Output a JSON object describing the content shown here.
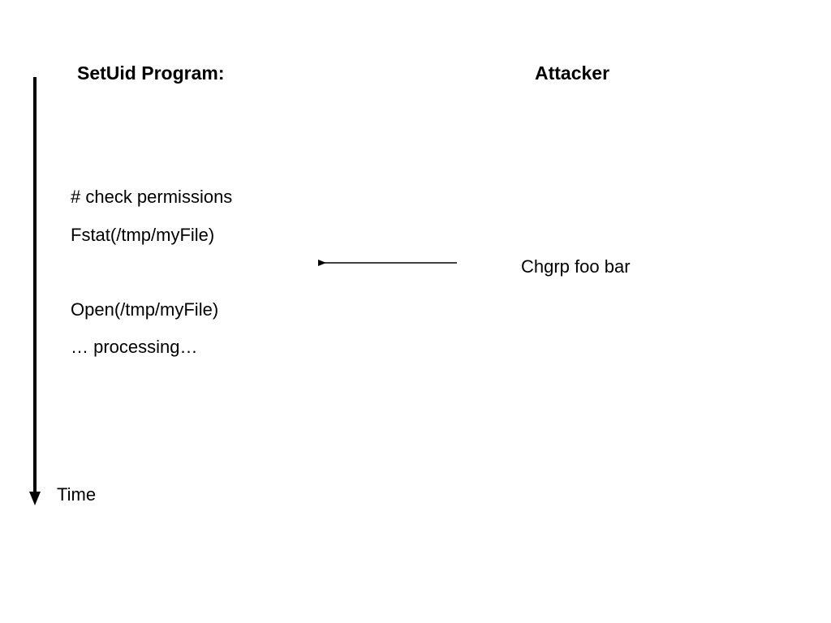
{
  "program_column": {
    "heading": "SetUid Program:",
    "steps": [
      "# check permissions",
      "Fstat(/tmp/myFile)",
      "Open(/tmp/myFile)",
      "… processing…"
    ]
  },
  "attacker_column": {
    "heading": "Attacker",
    "action": "Chgrp foo bar"
  },
  "time_axis": {
    "label": "Time"
  },
  "colors": {
    "background": "#ffffff",
    "ink": "#000000"
  }
}
